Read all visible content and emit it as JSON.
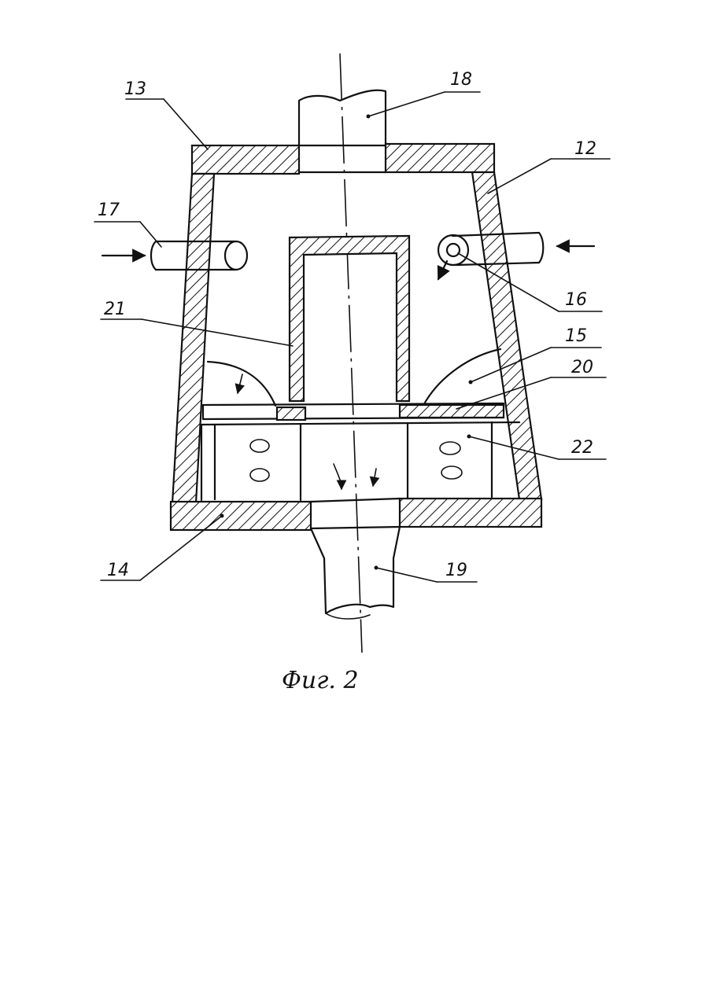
{
  "labels": {
    "l12": "12",
    "l13": "13",
    "l14": "14",
    "l15": "15",
    "l16": "16",
    "l17": "17",
    "l18": "18",
    "l19": "19",
    "l20": "20",
    "l21": "21",
    "l22": "22"
  },
  "caption": "Фиг. 2",
  "colors": {
    "ink": "#111111",
    "paper": "#ffffff"
  }
}
